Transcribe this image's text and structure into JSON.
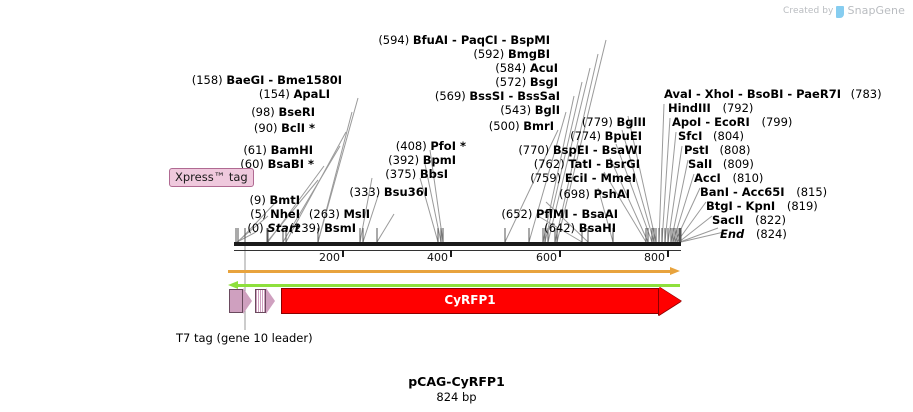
{
  "watermark": {
    "prefix": "Created by",
    "brand": "SnapGene",
    "logo_icon": "snapgene-logo-icon",
    "color": "#b9bcc0",
    "logo_color": "#86cdf0"
  },
  "plasmid": {
    "name": "pCAG-CyRFP1",
    "size": "824 bp",
    "length_bp": 824
  },
  "ruler": {
    "ticks": [
      "200",
      "400",
      "600",
      "800"
    ],
    "tick_values": [
      200,
      400,
      600,
      800
    ],
    "start": 0,
    "end": 824
  },
  "features": [
    {
      "name": "CyRFP1",
      "label": "CyRFP1",
      "type": "CDS",
      "color": "#ff0000",
      "text_color": "#ffffff",
      "direction": "right",
      "start": 52,
      "end": 824
    },
    {
      "name": "T7 tag (gene 10 leader)",
      "label": "T7 tag (gene 10 leader)",
      "type": "tag",
      "color": "#cfa0bf",
      "direction": "right"
    },
    {
      "name": "Xpress tag",
      "label": "Xpress™ tag",
      "type": "tag",
      "color": "#efc9dd",
      "border_color": "#b06a92",
      "direction": "right"
    },
    {
      "name": "forward-annotation",
      "label": "",
      "type": "arrow",
      "color": "#e8a33d",
      "direction": "right"
    },
    {
      "name": "reverse-annotation",
      "label": "",
      "type": "arrow",
      "color": "#8ee03c",
      "direction": "left"
    }
  ],
  "sites": [
    {
      "pos": "(594)",
      "names": [
        "BfuAI",
        "PaqCI",
        "BspMI"
      ],
      "star": false,
      "cut": 594
    },
    {
      "pos": "(592)",
      "names": [
        "BmgBI"
      ],
      "star": false,
      "cut": 592
    },
    {
      "pos": "(584)",
      "names": [
        "AcuI"
      ],
      "star": false,
      "cut": 584
    },
    {
      "pos": "(572)",
      "names": [
        "BsgI"
      ],
      "star": false,
      "cut": 572
    },
    {
      "pos": "(569)",
      "names": [
        "BssSI",
        "BssSaI"
      ],
      "star": false,
      "cut": 569
    },
    {
      "pos": "(543)",
      "names": [
        "BglI"
      ],
      "star": false,
      "cut": 543
    },
    {
      "pos": "(500)",
      "names": [
        "BmrI"
      ],
      "star": false,
      "cut": 500
    },
    {
      "pos": "(158)",
      "names": [
        "BaeGI",
        "Bme1580I"
      ],
      "star": false,
      "cut": 158
    },
    {
      "pos": "(154)",
      "names": [
        "ApaLI"
      ],
      "star": false,
      "cut": 154
    },
    {
      "pos": "(98)",
      "names": [
        "BseRI"
      ],
      "star": false,
      "cut": 98
    },
    {
      "pos": "(90)",
      "names": [
        "BclI"
      ],
      "star": true,
      "cut": 90
    },
    {
      "pos": "(61)",
      "names": [
        "BamHI"
      ],
      "star": false,
      "cut": 61
    },
    {
      "pos": "(60)",
      "names": [
        "BsaBI"
      ],
      "star": true,
      "cut": 60
    },
    {
      "pos": "(9)",
      "names": [
        "BmtI"
      ],
      "star": false,
      "cut": 9
    },
    {
      "pos": "(5)",
      "names": [
        "NheI"
      ],
      "star": false,
      "cut": 5
    },
    {
      "pos": "(0)",
      "names": [
        "Start"
      ],
      "star": false,
      "terminal": true,
      "cut": 0
    },
    {
      "pos": "(333)",
      "names": [
        "Bsu36I"
      ],
      "star": false,
      "cut": 333
    },
    {
      "pos": "(263)",
      "names": [
        "MslI"
      ],
      "star": false,
      "cut": 263
    },
    {
      "pos": "(239)",
      "names": [
        "BsmI"
      ],
      "star": false,
      "cut": 239
    },
    {
      "pos": "(408)",
      "names": [
        "PfoI"
      ],
      "star": true,
      "cut": 408
    },
    {
      "pos": "(392)",
      "names": [
        "BpmI"
      ],
      "star": false,
      "cut": 392
    },
    {
      "pos": "(375)",
      "names": [
        "BbsI"
      ],
      "star": false,
      "cut": 375
    },
    {
      "pos": "(779)",
      "names": [
        "BglII"
      ],
      "star": false,
      "cut": 779
    },
    {
      "pos": "(774)",
      "names": [
        "BpuEI"
      ],
      "star": false,
      "cut": 774
    },
    {
      "pos": "(770)",
      "names": [
        "BspEI",
        "BsaWI"
      ],
      "star": false,
      "cut": 770
    },
    {
      "pos": "(762)",
      "names": [
        "TatI",
        "BsrGI"
      ],
      "star": false,
      "cut": 762
    },
    {
      "pos": "(759)",
      "names": [
        "EciI",
        "MmeI"
      ],
      "star": false,
      "cut": 759
    },
    {
      "pos": "(698)",
      "names": [
        "PshAI"
      ],
      "star": false,
      "cut": 698
    },
    {
      "pos": "(652)",
      "names": [
        "PflMI",
        "BsaAI"
      ],
      "star": false,
      "cut": 652
    },
    {
      "pos": "(642)",
      "names": [
        "BsaHI"
      ],
      "star": false,
      "cut": 642
    },
    {
      "pos": "(783)",
      "names": [
        "AvaI",
        "XhoI",
        "BsoBI",
        "PaeR7I"
      ],
      "star": false,
      "cut": 783
    },
    {
      "pos": "(792)",
      "names": [
        "HindIII"
      ],
      "star": false,
      "cut": 792
    },
    {
      "pos": "(799)",
      "names": [
        "ApoI",
        "EcoRI"
      ],
      "star": false,
      "cut": 799
    },
    {
      "pos": "(804)",
      "names": [
        "SfcI"
      ],
      "star": false,
      "cut": 804
    },
    {
      "pos": "(808)",
      "names": [
        "PstI"
      ],
      "star": false,
      "cut": 808
    },
    {
      "pos": "(809)",
      "names": [
        "SalI"
      ],
      "star": false,
      "cut": 809
    },
    {
      "pos": "(810)",
      "names": [
        "AccI"
      ],
      "star": false,
      "cut": 810
    },
    {
      "pos": "(815)",
      "names": [
        "BanI",
        "Acc65I"
      ],
      "star": false,
      "cut": 815
    },
    {
      "pos": "(819)",
      "names": [
        "BtgI",
        "KpnI"
      ],
      "star": false,
      "cut": 819
    },
    {
      "pos": "(822)",
      "names": [
        "SacII"
      ],
      "star": false,
      "cut": 822
    },
    {
      "pos": "(824)",
      "names": [
        "End"
      ],
      "star": false,
      "terminal": true,
      "cut": 824
    }
  ],
  "label_rows": {
    "top_center": [
      {
        "id": "s594",
        "text_pos": "(594)",
        "text_enz": "BfuAI  -  PaqCI  -  BspMI"
      },
      {
        "id": "s592",
        "text_pos": "(592)",
        "text_enz": "BmgBI"
      },
      {
        "id": "s584",
        "text_pos": "(584)",
        "text_enz": "AcuI"
      },
      {
        "id": "s572",
        "text_pos": "(572)",
        "text_enz": "BsgI"
      },
      {
        "id": "s569",
        "text_pos": "(569)",
        "text_enz": "BssSI  -  BssSaI"
      },
      {
        "id": "s543",
        "text_pos": "(543)",
        "text_enz": "BglI"
      },
      {
        "id": "s500",
        "text_pos": "(500)",
        "text_enz": "BmrI"
      }
    ],
    "left": [
      {
        "id": "s158",
        "text_pos": "(158)",
        "text_enz": "BaeGI  -  Bme1580I"
      },
      {
        "id": "s154",
        "text_pos": "(154)",
        "text_enz": "ApaLI"
      },
      {
        "id": "s98",
        "text_pos": "(98)",
        "text_enz": "BseRI"
      },
      {
        "id": "s90",
        "text_pos": "(90)",
        "text_enz": "BclI *"
      },
      {
        "id": "s61",
        "text_pos": "(61)",
        "text_enz": "BamHI"
      },
      {
        "id": "s60",
        "text_pos": "(60)",
        "text_enz": "BsaBI *"
      },
      {
        "id": "s9",
        "text_pos": "(9)",
        "text_enz": "BmtI"
      },
      {
        "id": "s5",
        "text_pos": "(5)",
        "text_enz": "NheI"
      },
      {
        "id": "s0",
        "text_pos": "(0)",
        "text_enz": "Start"
      }
    ],
    "mid_left": [
      {
        "id": "s408",
        "text_pos": "(408)",
        "text_enz": "PfoI *"
      },
      {
        "id": "s392",
        "text_pos": "(392)",
        "text_enz": "BpmI"
      },
      {
        "id": "s375",
        "text_pos": "(375)",
        "text_enz": "BbsI"
      },
      {
        "id": "s333",
        "text_pos": "(333)",
        "text_enz": "Bsu36I"
      },
      {
        "id": "s263",
        "text_pos": "(263)",
        "text_enz": "MslI"
      },
      {
        "id": "s239",
        "text_pos": "(239)",
        "text_enz": "BsmI"
      }
    ],
    "mid_right": [
      {
        "id": "s779",
        "text_pos": "(779)",
        "text_enz": "BglII"
      },
      {
        "id": "s774",
        "text_pos": "(774)",
        "text_enz": "BpuEI"
      },
      {
        "id": "s770",
        "text_pos": "(770)",
        "text_enz": "BspEI  -  BsaWI"
      },
      {
        "id": "s762",
        "text_pos": "(762)",
        "text_enz": "TatI  -  BsrGI"
      },
      {
        "id": "s759",
        "text_pos": "(759)",
        "text_enz": "EciI  -  MmeI"
      },
      {
        "id": "s698",
        "text_pos": "(698)",
        "text_enz": "PshAI"
      },
      {
        "id": "s652",
        "text_pos": "(652)",
        "text_enz": "PflMI  -  BsaAI"
      },
      {
        "id": "s642",
        "text_pos": "(642)",
        "text_enz": "BsaHI"
      }
    ],
    "right": [
      {
        "id": "s783",
        "text_enz": "AvaI  -  XhoI  -  BsoBI  -  PaeR7I",
        "text_pos": "(783)"
      },
      {
        "id": "s792",
        "text_enz": "HindIII",
        "text_pos": "(792)"
      },
      {
        "id": "s799",
        "text_enz": "ApoI  -  EcoRI",
        "text_pos": "(799)"
      },
      {
        "id": "s804",
        "text_enz": "SfcI",
        "text_pos": "(804)"
      },
      {
        "id": "s808",
        "text_enz": "PstI",
        "text_pos": "(808)"
      },
      {
        "id": "s809",
        "text_enz": "SalI",
        "text_pos": "(809)"
      },
      {
        "id": "s810",
        "text_enz": "AccI",
        "text_pos": "(810)"
      },
      {
        "id": "s815",
        "text_enz": "BanI  -  Acc65I",
        "text_pos": "(815)"
      },
      {
        "id": "s819",
        "text_enz": "BtgI  -  KpnI",
        "text_pos": "(819)"
      },
      {
        "id": "s822",
        "text_enz": "SacII",
        "text_pos": "(822)"
      },
      {
        "id": "s824",
        "text_enz": "End",
        "text_pos": "(824)"
      }
    ]
  }
}
